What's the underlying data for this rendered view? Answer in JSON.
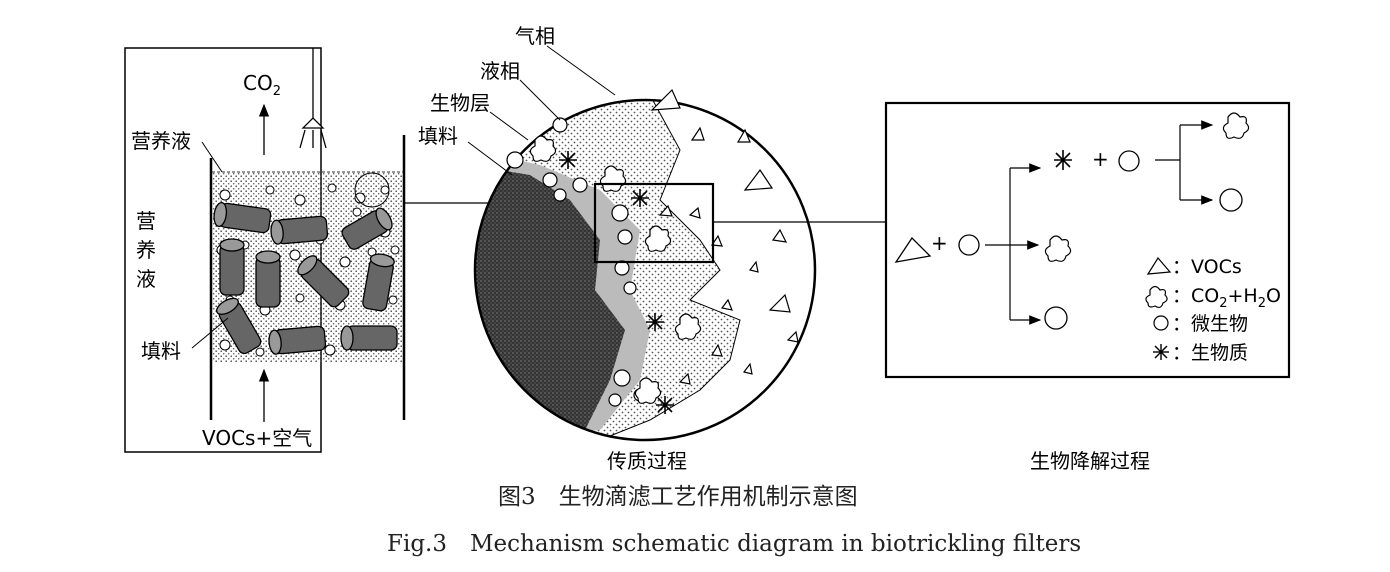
{
  "left_panel": {
    "co2_label_main": "CO",
    "co2_label_sub": "2",
    "nutrient_label": "营养液",
    "nutrient_vertical_1": "营",
    "nutrient_vertical_2": "养",
    "nutrient_vertical_3": "液",
    "packing_label": "填料",
    "inlet_label": "VOCs+空气"
  },
  "middle_panel": {
    "gas_phase": "气相",
    "liquid_phase": "液相",
    "biofilm": "生物层",
    "packing": "填料",
    "subtitle": "传质过程"
  },
  "right_panel": {
    "subtitle": "生物降解过程",
    "legend": {
      "vocs": "：VOCs",
      "co2_h2o_a": "：CO",
      "co2_h2o_sub1": "2",
      "co2_h2o_b": "+H",
      "co2_h2o_sub2": "2",
      "co2_h2o_c": "O",
      "microbe": "：微生物",
      "biomass": "：生物质"
    },
    "plus_1": "+",
    "plus_2": "+"
  },
  "caption": {
    "zh": "图3　生物滴滤工艺作用机制示意图",
    "en": "Fig.3　Mechanism schematic diagram in biotrickling filters"
  }
}
